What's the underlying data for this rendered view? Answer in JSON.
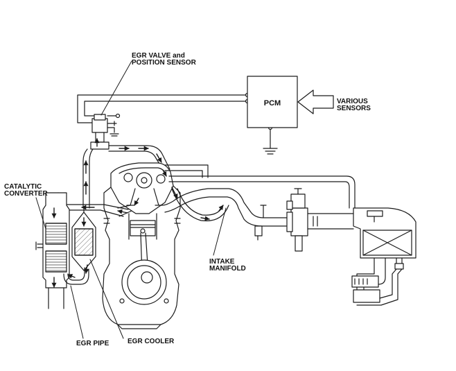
{
  "labels": {
    "egr_valve_line1": "EGR VALVE and",
    "egr_valve_line2": "POSITION SENSOR",
    "pcm": "PCM",
    "various_sensors_line1": "VARIOUS",
    "various_sensors_line2": "SENSORS",
    "catalytic_line1": "CATALYTIC",
    "catalytic_line2": "CONVERTER",
    "intake_line1": "INTAKE",
    "intake_line2": "MANIFOLD",
    "egr_pipe": "EGR PIPE",
    "egr_cooler": "EGR COOLER"
  },
  "colors": {
    "line": "#1a1a1a",
    "part_fill": "#ffffff",
    "shade": "#d4d4d4"
  }
}
